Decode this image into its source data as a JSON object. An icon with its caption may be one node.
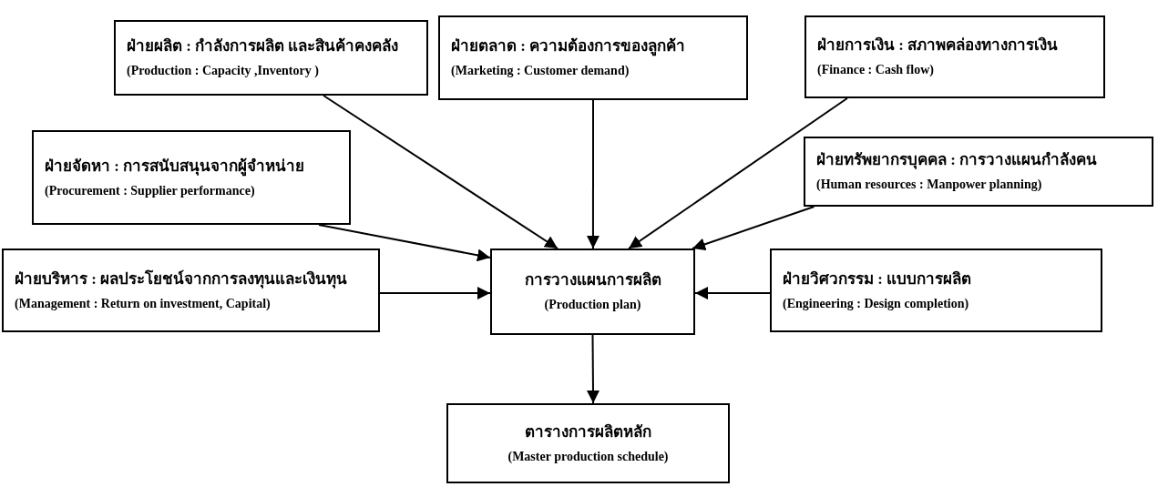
{
  "diagram": {
    "nodes": [
      {
        "text": [
          "ฝ่ายผลิต : กำลังการผลิต และสินค้าคงคลัง",
          "(Production : Capacity ,Inventory )"
        ]
      },
      {
        "text": [
          "ฝ่ายตลาด : ความต้องการของลูกค้า",
          "(Marketing : Customer demand)"
        ]
      },
      {
        "text": [
          "ฝ่ายการเงิน : สภาพคล่องทางการเงิน",
          "(Finance : Cash flow)"
        ]
      },
      {
        "text": [
          "ฝ่ายจัดหา : การสนับสนุนจากผู้จำหน่าย",
          "(Procurement : Supplier performance)"
        ]
      },
      {
        "text": [
          "ฝ่ายทรัพยากรบุคคล : การวางแผนกำลังคน",
          "(Human resources : Manpower planning)"
        ]
      },
      {
        "text": [
          "ฝ่ายบริหาร : ผลประโยชน์จากการลงทุนและเงินทุน",
          "(Management : Return on investment, Capital)"
        ]
      },
      {
        "text": [
          "การวางแผนการผลิต",
          "(Production plan)"
        ]
      },
      {
        "text": [
          "ฝ่ายวิศวกรรม : แบบการผลิต",
          "(Engineering : Design completion)"
        ]
      },
      {
        "text": [
          "ตารางการผลิตหลัก",
          "(Master production schedule)"
        ]
      }
    ],
    "edges": [
      {
        "from": 0,
        "to": 6,
        "arrow": "to"
      },
      {
        "from": 1,
        "to": 6,
        "arrow": "to"
      },
      {
        "from": 2,
        "to": 6,
        "arrow": "to"
      },
      {
        "from": 3,
        "to": 6,
        "arrow": "to"
      },
      {
        "from": 4,
        "to": 6,
        "arrow": "to"
      },
      {
        "from": 5,
        "to": 6,
        "arrow": "to"
      },
      {
        "from": 7,
        "to": 6,
        "arrow": "to"
      },
      {
        "from": 6,
        "to": 8,
        "arrow": "to"
      }
    ]
  }
}
